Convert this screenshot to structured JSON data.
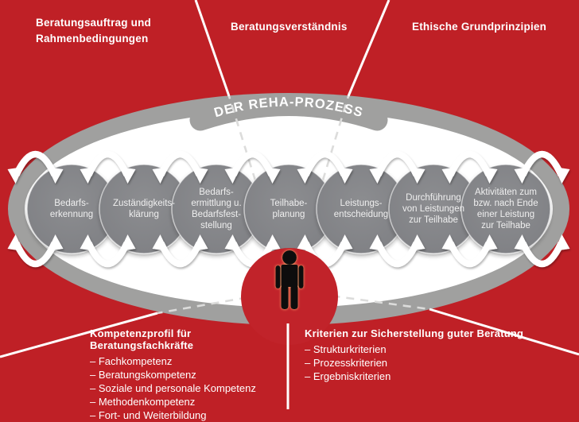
{
  "banner": {
    "label": "DER REHA-PROZESS"
  },
  "regions": {
    "top_left": {
      "label": "Beratungsauftrag und\nRahmenbedingungen"
    },
    "top_center": {
      "label": "Beratungsverständnis"
    },
    "top_right": {
      "label": "Ethische Grundprinzipien"
    },
    "bottom_left": {
      "title": "Kompetenzprofil für Beratungsfachkräfte",
      "items": [
        "– Fachkompetenz",
        "– Beratungskompetenz",
        "– Soziale und personale Kompetenz",
        "– Methodenkompetenz",
        "– Fort- und Weiterbildung"
      ]
    },
    "bottom_right": {
      "title": "Kriterien zur Sicherstellung guter Beratung",
      "items": [
        "– Strukturkriterien",
        "– Prozesskriterien",
        "– Ergebniskriterien"
      ]
    }
  },
  "process_steps": [
    {
      "label": "Bedarfs-\nerkennung"
    },
    {
      "label": "Zuständigkeits-\nklärung"
    },
    {
      "label": "Bedarfs-\nermittlung u.\nBedarfsfest-\nstellung"
    },
    {
      "label": "Teilhabe-\nplanung"
    },
    {
      "label": "Leistungs-\nentscheidung"
    },
    {
      "label": "Durchführung\nvon Leistungen\nzur Teilhabe"
    },
    {
      "label": "Aktivitäten zum\nbzw. nach Ende\neiner Leistung\nzur Teilhabe"
    }
  ],
  "icons": {
    "person": "person-icon"
  },
  "colors": {
    "background_red": "#bf2026",
    "ring_gray": "#a0a09f",
    "step_gray_light": "#8c8d90",
    "step_gray_dark": "#7f8084",
    "person_circle_red": "#c1232a",
    "person_glyph": "#0d0d0d",
    "text_white": "#ffffff",
    "dashed_line": "#dcdcdb"
  }
}
